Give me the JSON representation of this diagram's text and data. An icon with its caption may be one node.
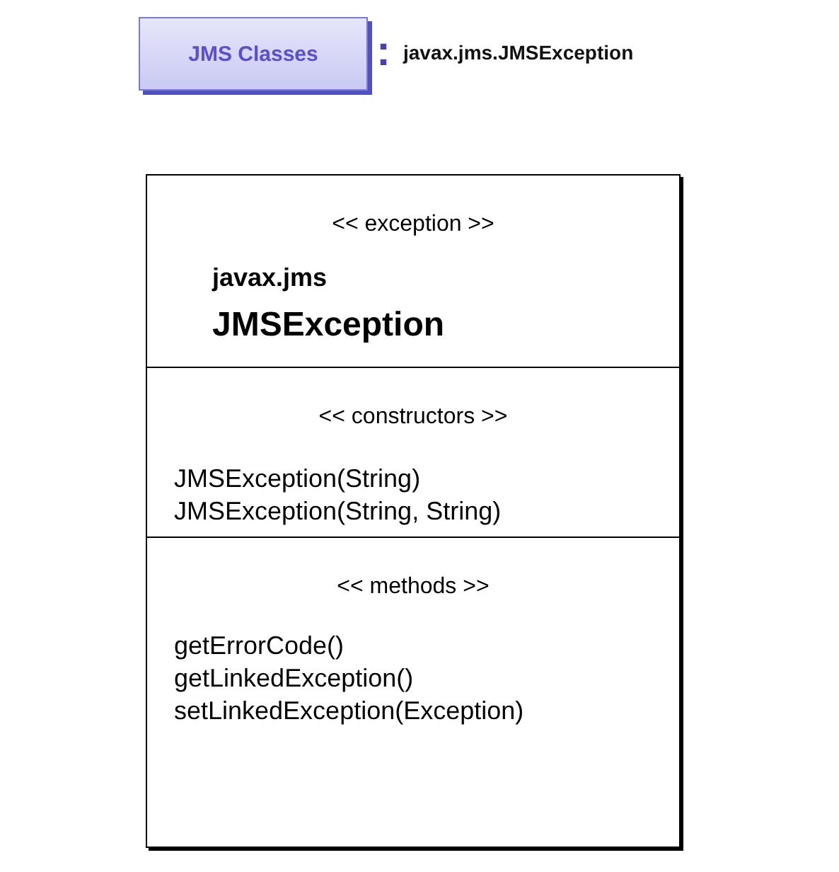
{
  "diagram": {
    "nodes": [
      {
        "text": [
          "JMS Classes"
        ]
      },
      {
        "text": [
          "<< exception >>",
          "javax.jms",
          "JMSException",
          "<< constructors >>",
          "JMSException(String)",
          "JMSException(String, String)",
          "<< methods >>",
          "getErrorCode()",
          "getLinkedException()",
          "setLinkedException(Exception)"
        ]
      }
    ],
    "edges": [],
    "labels": [
      ":",
      "javax.jms.JMSException"
    ]
  }
}
